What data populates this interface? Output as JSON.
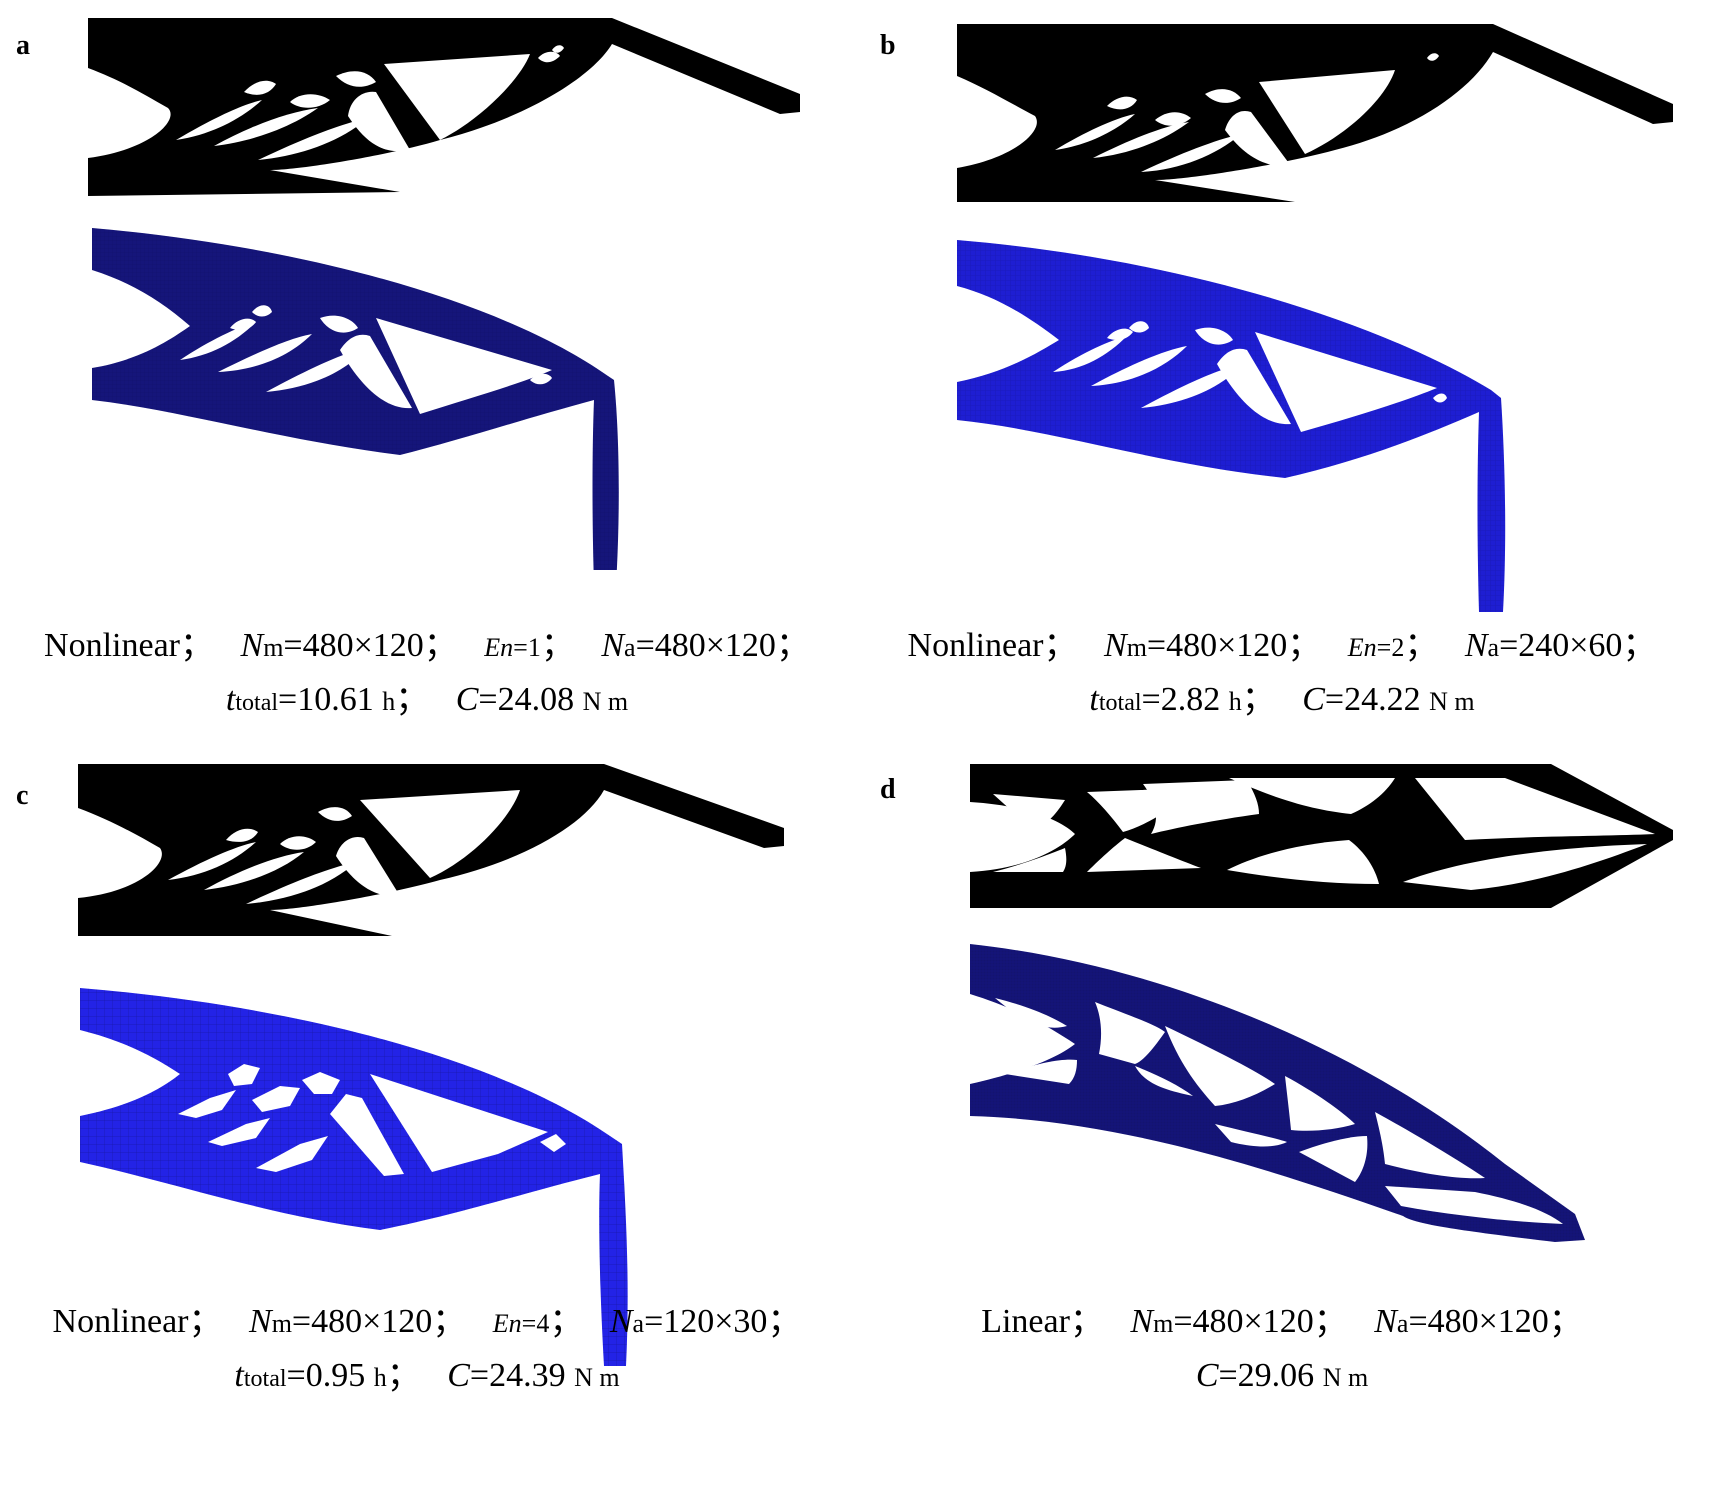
{
  "panels": [
    {
      "label": "a",
      "caption": {
        "mode": "Nonlinear",
        "nm_sym": "N",
        "nm_sub": "m",
        "nm_val": "=480×120",
        "en_sym": "En",
        "en_val": "=1",
        "na_sym": "N",
        "na_sub": "a",
        "na_val": "=480×120",
        "t_sym": "t",
        "t_sub": "total",
        "t_val": "=10.61",
        "t_unit": "h",
        "c_sym": "C",
        "c_val": "=24.08",
        "c_unit": "N m"
      }
    },
    {
      "label": "b",
      "caption": {
        "mode": "Nonlinear",
        "nm_sym": "N",
        "nm_sub": "m",
        "nm_val": "=480×120",
        "en_sym": "En",
        "en_val": "=2",
        "na_sym": "N",
        "na_sub": "a",
        "na_val": "=240×60",
        "t_sym": "t",
        "t_sub": "total",
        "t_val": "=2.82",
        "t_unit": "h",
        "c_sym": "C",
        "c_val": "=24.22",
        "c_unit": "N m"
      }
    },
    {
      "label": "c",
      "caption": {
        "mode": "Nonlinear",
        "nm_sym": "N",
        "nm_sub": "m",
        "nm_val": "=480×120",
        "en_sym": "En",
        "en_val": "=4",
        "na_sym": "N",
        "na_sub": "a",
        "na_val": "=120×30",
        "t_sym": "t",
        "t_sub": "total",
        "t_val": "=0.95",
        "t_unit": "h",
        "c_sym": "C",
        "c_val": "=24.39",
        "c_unit": "N m"
      }
    },
    {
      "label": "d",
      "caption": {
        "mode": "Linear",
        "nm_sym": "N",
        "nm_sub": "m",
        "nm_val": "=480×120",
        "na_sym": "N",
        "na_sub": "a",
        "na_val": "=480×120",
        "c_sym": "C",
        "c_val": "=29.06",
        "c_unit": "N m"
      }
    }
  ],
  "colors": {
    "topology": "#000000",
    "deformed_a": "#15157a",
    "deformed_b": "#1e1ed2",
    "deformed_c": "#2323e6",
    "deformed_d": "#141478",
    "mesh_line": "#0a0a50"
  }
}
